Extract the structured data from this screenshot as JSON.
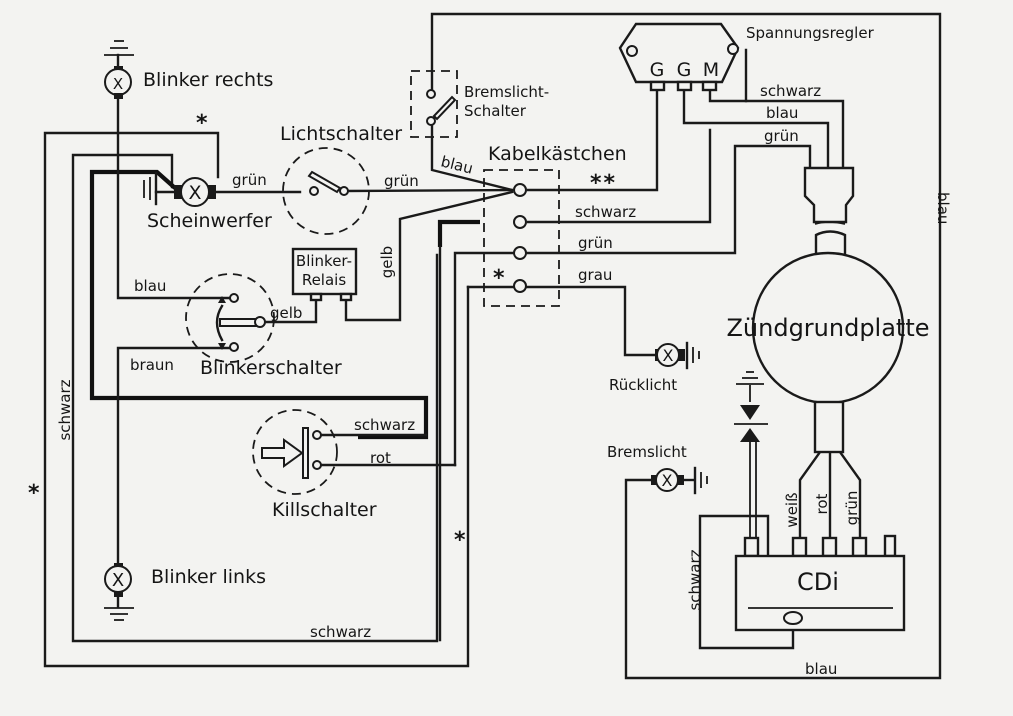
{
  "diagram": {
    "components": {
      "blinker_rechts": "Blinker rechts",
      "blinker_links": "Blinker links",
      "scheinwerfer": "Scheinwerfer",
      "lichtschalter": "Lichtschalter",
      "bremslicht_schalter_line1": "Bremslicht-",
      "bremslicht_schalter_line2": "Schalter",
      "kabelkaestchen": "Kabelkästchen",
      "spannungsregler": "Spannungsregler",
      "regler_terminals": [
        "G",
        "G",
        "M"
      ],
      "blinker_relais_line1": "Blinker-",
      "blinker_relais_line2": "Relais",
      "blinkerschalter": "Blinkerschalter",
      "killschalter": "Killschalter",
      "ruecklicht": "Rücklicht",
      "bremslicht": "Bremslicht",
      "zuendgrundplatte": "Zündgrundplatte",
      "cdi": "CDi"
    },
    "wire_labels": {
      "scheinwerfer_gruen": "grün",
      "lichtschalter_gruen": "grün",
      "bremslicht_blau": "blau",
      "kabel_schwarz": "schwarz",
      "kabel_gruen": "grün",
      "kabel_grau": "grau",
      "relais_gelb": "gelb",
      "blinker_gelb": "gelb",
      "blinker_blau": "blau",
      "blinker_braun": "braun",
      "kill_schwarz": "schwarz",
      "kill_rot": "rot",
      "regler_schwarz": "schwarz",
      "regler_blau": "blau",
      "regler_gruen": "grün",
      "right_blau": "blau",
      "left_schwarz": "schwarz",
      "bottom_schwarz": "schwarz",
      "cdi_schwarz": "schwarz",
      "bottom_blau": "blau",
      "cdi_weiss": "weiß",
      "cdi_rot": "rot",
      "cdi_gruen": "grün"
    },
    "markers": {
      "single_star": "*",
      "double_star": "**"
    }
  }
}
